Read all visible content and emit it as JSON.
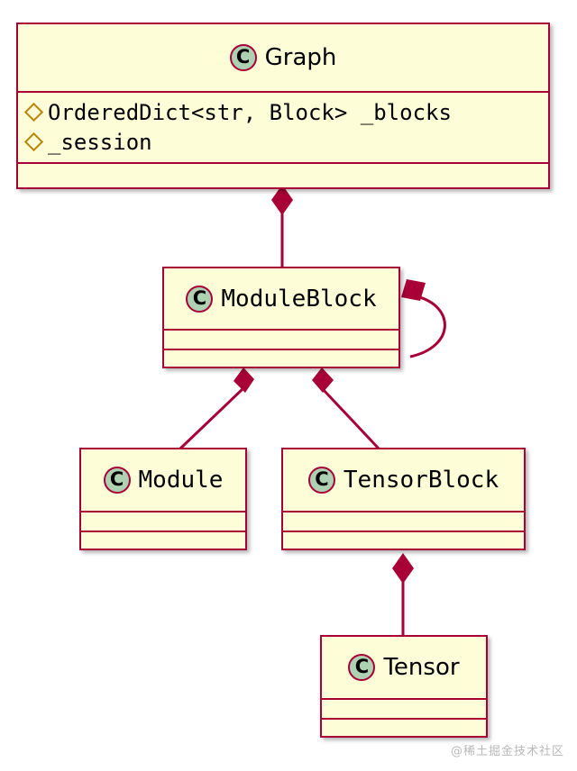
{
  "diagram": {
    "type": "uml-class-diagram",
    "background_color": "#ffffff",
    "box_fill_color": "#FDFDD8",
    "box_border_color": "#A80036",
    "icon_fill_color": "#ADD1B2",
    "visibility_marker_color": "#B8860B",
    "classes": [
      {
        "id": "graph",
        "name": "Graph",
        "icon_letter": "C",
        "icon_name": "class-icon",
        "attributes": [
          {
            "visibility": "package-private",
            "marker": "diamond",
            "text": "OrderedDict<str, Block> _blocks"
          },
          {
            "visibility": "package-private",
            "marker": "diamond",
            "text": "_session"
          }
        ],
        "methods": []
      },
      {
        "id": "moduleblock",
        "name": "ModuleBlock",
        "icon_letter": "C",
        "icon_name": "class-icon",
        "attributes": [],
        "methods": []
      },
      {
        "id": "module",
        "name": "Module",
        "icon_letter": "C",
        "icon_name": "class-icon",
        "attributes": [],
        "methods": []
      },
      {
        "id": "tensorblock",
        "name": "TensorBlock",
        "icon_letter": "C",
        "icon_name": "class-icon",
        "attributes": [],
        "methods": []
      },
      {
        "id": "tensor",
        "name": "Tensor",
        "icon_letter": "C",
        "icon_name": "class-icon",
        "attributes": [],
        "methods": []
      }
    ],
    "relationships": [
      {
        "from": "graph",
        "to": "moduleblock",
        "type": "composition",
        "marker": "filled-diamond"
      },
      {
        "from": "moduleblock",
        "to": "moduleblock",
        "type": "composition",
        "marker": "filled-diamond",
        "self_loop": true
      },
      {
        "from": "moduleblock",
        "to": "module",
        "type": "composition",
        "marker": "filled-diamond"
      },
      {
        "from": "moduleblock",
        "to": "tensorblock",
        "type": "composition",
        "marker": "filled-diamond"
      },
      {
        "from": "tensorblock",
        "to": "tensor",
        "type": "composition",
        "marker": "filled-diamond"
      }
    ]
  },
  "watermark": {
    "text": "@稀土掘金技术社区"
  }
}
